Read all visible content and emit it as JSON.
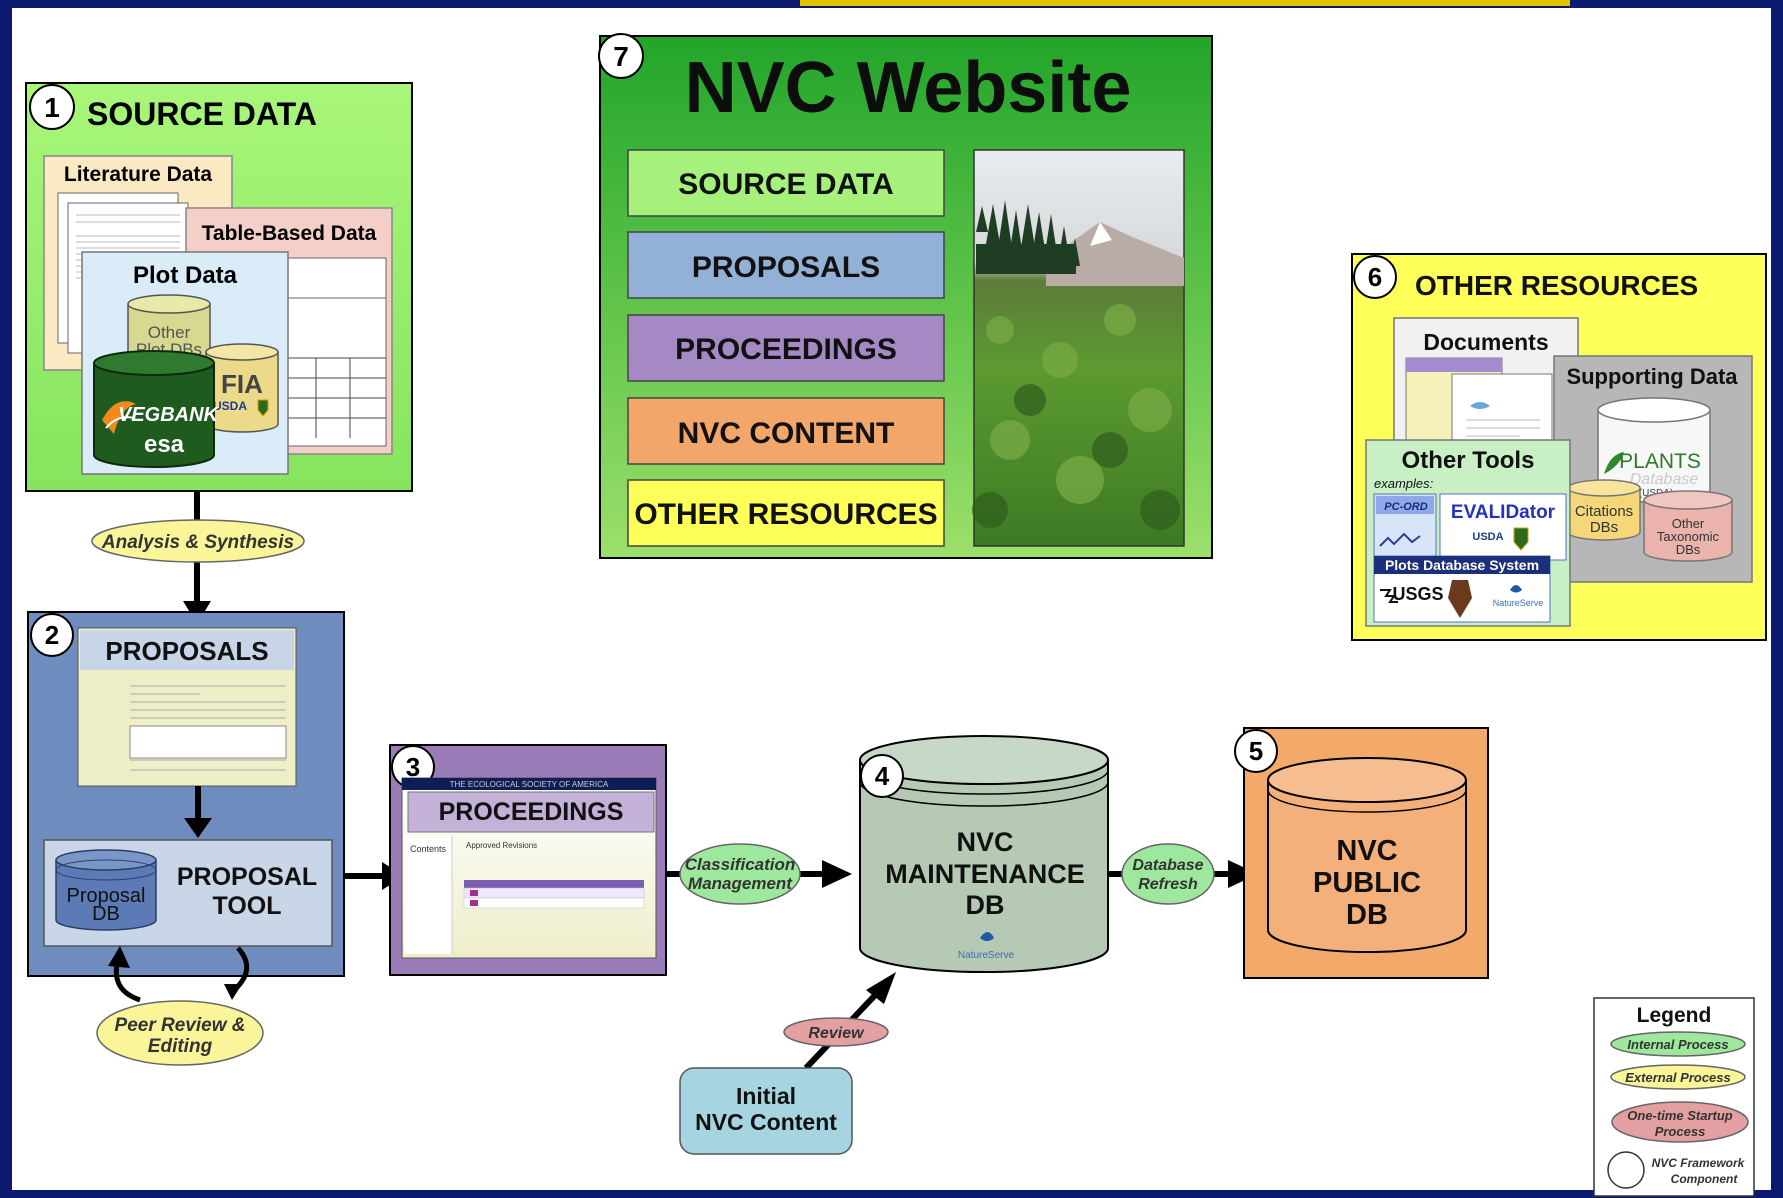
{
  "source": {
    "num": "1",
    "title": "SOURCE DATA",
    "literature": "Literature Data",
    "table_based": "Table-Based Data",
    "plot": "Plot Data",
    "other_plot_1": "Other",
    "other_plot_2": "Plot DBs",
    "fia": "FIA",
    "usda": "USDA",
    "vegbank": "VEGBANK",
    "esa": "esa"
  },
  "processes": {
    "analysis": "Analysis & Synthesis",
    "peer_1": "Peer Review &",
    "peer_2": "Editing",
    "class_1": "Classification",
    "class_2": "Management",
    "refresh_1": "Database",
    "refresh_2": "Refresh",
    "review": "Review"
  },
  "proposals": {
    "num": "2",
    "title": "PROPOSALS",
    "tool_1": "PROPOSAL",
    "tool_2": "TOOL",
    "db_1": "Proposal",
    "db_2": "DB"
  },
  "proceedings": {
    "num": "3",
    "title": "PROCEEDINGS",
    "banner": "THE ECOLOGICAL SOCIETY OF AMERICA",
    "contents": "Contents",
    "approved": "Approved Revisions"
  },
  "maintenance": {
    "num": "4",
    "line1": "NVC",
    "line2": "MAINTENANCE",
    "line3": "DB",
    "natureserve": "NatureServe"
  },
  "public": {
    "num": "5",
    "line1": "NVC",
    "line2": "PUBLIC",
    "line3": "DB"
  },
  "other": {
    "num": "6",
    "title": "OTHER RESOURCES",
    "documents": "Documents",
    "supporting": "Supporting Data",
    "tools": "Other Tools",
    "examples": "examples:",
    "pcord": "PC-ORD",
    "evalidator": "EVALIDator",
    "usda": "USDA",
    "plots_db": "Plots Database System",
    "usgs": "USGS",
    "natureserve": "NatureServe",
    "plants": "PLANTS",
    "plants_db": "Database",
    "plants_usda": "(USDA)",
    "citations_1": "Citations",
    "citations_2": "DBs",
    "taxo_1": "Other",
    "taxo_2": "Taxonomic",
    "taxo_3": "DBs"
  },
  "website": {
    "num": "7",
    "title": "NVC Website",
    "buttons": [
      "SOURCE DATA",
      "PROPOSALS",
      "PROCEEDINGS",
      "NVC CONTENT",
      "OTHER RESOURCES"
    ]
  },
  "initial": {
    "line1": "Initial",
    "line2": "NVC Content"
  },
  "legend": {
    "title": "Legend",
    "internal": "Internal Process",
    "external": "External Process",
    "onetime_1": "One-time Startup",
    "onetime_2": "Process",
    "framework_1": "NVC Framework",
    "framework_2": "Component"
  },
  "colors": {
    "frame": "#0b1a6e",
    "source_bg": "#99f26b",
    "proposals_bg": "#6f8cbf",
    "proceedings_bg": "#9a7cb8",
    "public_bg": "#f2a96a",
    "maintenance_bg": "#b5c9b5",
    "other_bg": "#ffff5a",
    "website_bg": "#3cae2e",
    "internal_process": "#9de89d",
    "external_process": "#fbf59a",
    "onetime_process": "#e4a0a0",
    "initial_bg": "#a6d4e0"
  }
}
